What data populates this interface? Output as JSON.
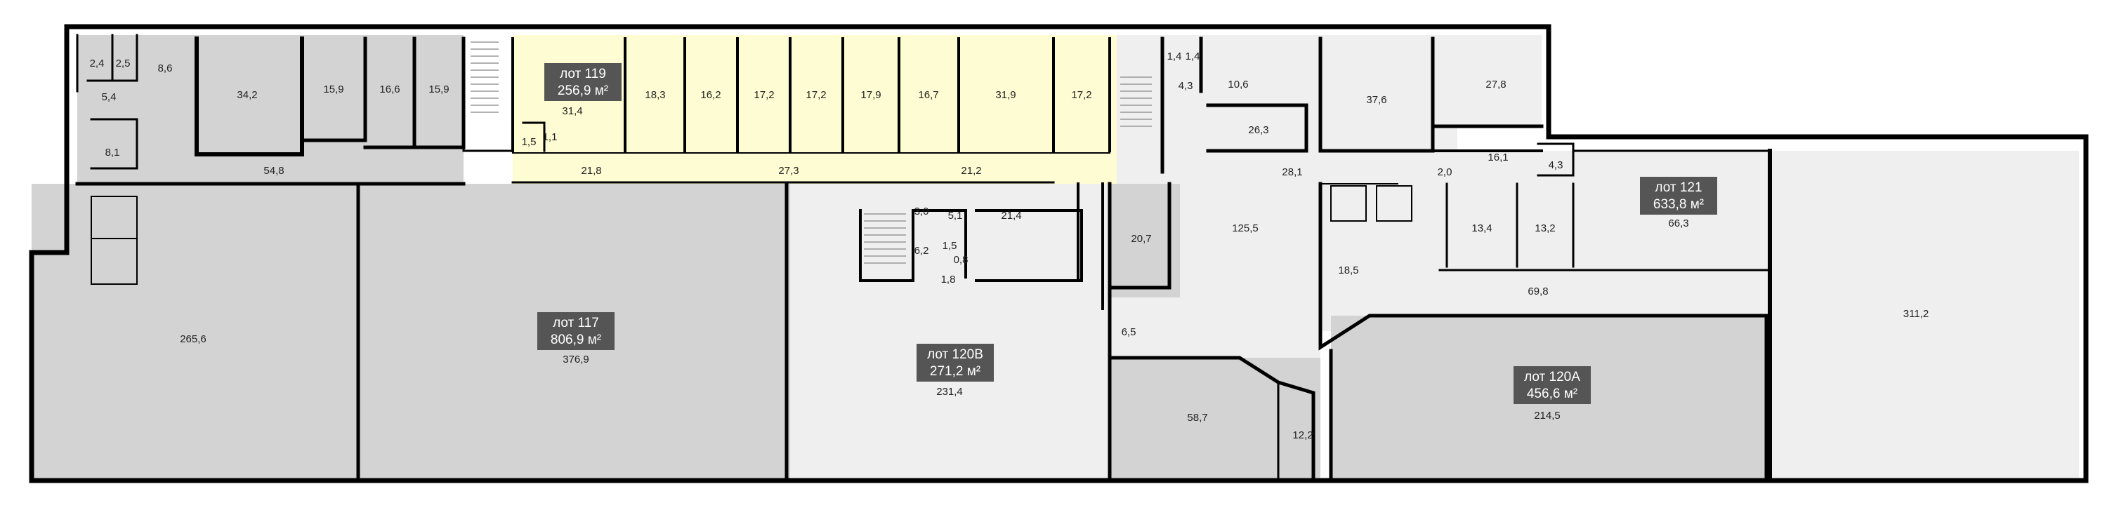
{
  "colors": {
    "wall": "#000000",
    "gray_dark": "#d3d3d3",
    "gray_light": "#efefef",
    "yellow": "#fdfcd2",
    "lot_badge_bg": "#555555",
    "lot_badge_text": "#ffffff"
  },
  "lots": [
    {
      "id": "lot-117",
      "name": "лот 117",
      "area": "806,9 м²"
    },
    {
      "id": "lot-119",
      "name": "лот 119",
      "area": "256,9 м²"
    },
    {
      "id": "lot-120b",
      "name": "лот 120В",
      "area": "271,2 м²"
    },
    {
      "id": "lot-120a",
      "name": "лот 120А",
      "area": "456,6 м²"
    },
    {
      "id": "lot-121",
      "name": "лот 121",
      "area": "633,8 м²"
    }
  ],
  "rooms": [
    "2,4",
    "2,5",
    "8,6",
    "34,2",
    "15,9",
    "16,6",
    "15,9",
    "5,4",
    "8,1",
    "54,8",
    "31,4",
    "1,5",
    "1,1",
    "18,3",
    "16,2",
    "17,2",
    "17,2",
    "17,9",
    "16,7",
    "31,9",
    "17,2",
    "21,8",
    "27,3",
    "21,2",
    "1,4",
    "1,4",
    "4,3",
    "10,6",
    "26,3",
    "37,6",
    "27,8",
    "28,1",
    "16,1",
    "4,3",
    "2,0",
    "265,6",
    "376,9",
    "3,0",
    "5,1",
    "21,4",
    "6,2",
    "1,5",
    "0,8",
    "1,8",
    "231,4",
    "20,7",
    "125,5",
    "6,5",
    "58,7",
    "12,2",
    "18,5",
    "13,4",
    "13,2",
    "66,3",
    "69,8",
    "214,5",
    "311,2"
  ]
}
